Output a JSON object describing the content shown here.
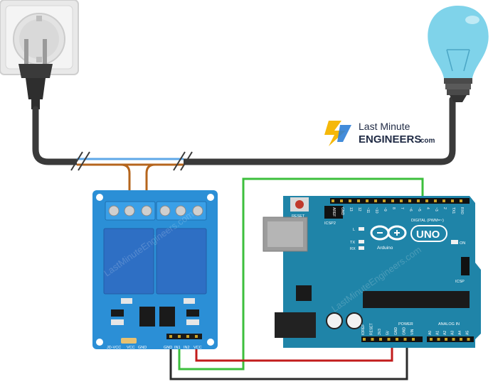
{
  "brand": {
    "line1": "Last Minute",
    "line2": "ENGINEERS",
    "suffix": ".com"
  },
  "arduino": {
    "reset_label": "RESET",
    "icsp2_label": "ICSP2",
    "icsp_label": "ICSP",
    "led_l": "L",
    "led_tx": "TX",
    "led_rx": "RX",
    "on_label": "ON",
    "name": "Arduino",
    "model": "UNO",
    "digital_label": "DIGITAL (PWM=~)",
    "power_label": "POWER",
    "analog_label": "ANALOG IN",
    "top_header_pins": [
      "AREF",
      "GND",
      "13",
      "12",
      "~11",
      "~10",
      "~9",
      "8",
      "7",
      "~6",
      "~5",
      "4",
      "~3",
      "2",
      "TX1",
      "RX0"
    ],
    "power_pins": [
      "IOREF",
      "RESET",
      "3V3",
      "5V",
      "GND",
      "GND",
      "VIN"
    ],
    "analog_pins": [
      "A0",
      "A1",
      "A2",
      "A3",
      "A4",
      "A5"
    ]
  },
  "relay": {
    "bottom_left_pins": [
      "JD-VCC",
      "VCC",
      "GND"
    ],
    "header_pins": [
      "GND",
      "IN1",
      "IN2",
      "VCC"
    ]
  },
  "watermark": "LastMinuteEngineers.com",
  "colors": {
    "relay_board": "#2b8fd6",
    "relay_block": "#2e6fc4",
    "terminal": "#3aa0e8",
    "arduino_board": "#1f84a8",
    "cable": "#3a3a3a",
    "wire_brown": "#b5651d",
    "wire_blue": "#5fa8e8",
    "wire_green": "#3cbf3c",
    "wire_red": "#c21b1b",
    "wire_black": "#2b2b2b",
    "bulb": "#7fd3ea"
  },
  "icons": [
    "wall-socket-icon",
    "plug-icon",
    "light-bulb-icon",
    "lightning-logo-icon",
    "arduino-infinity-icon"
  ]
}
